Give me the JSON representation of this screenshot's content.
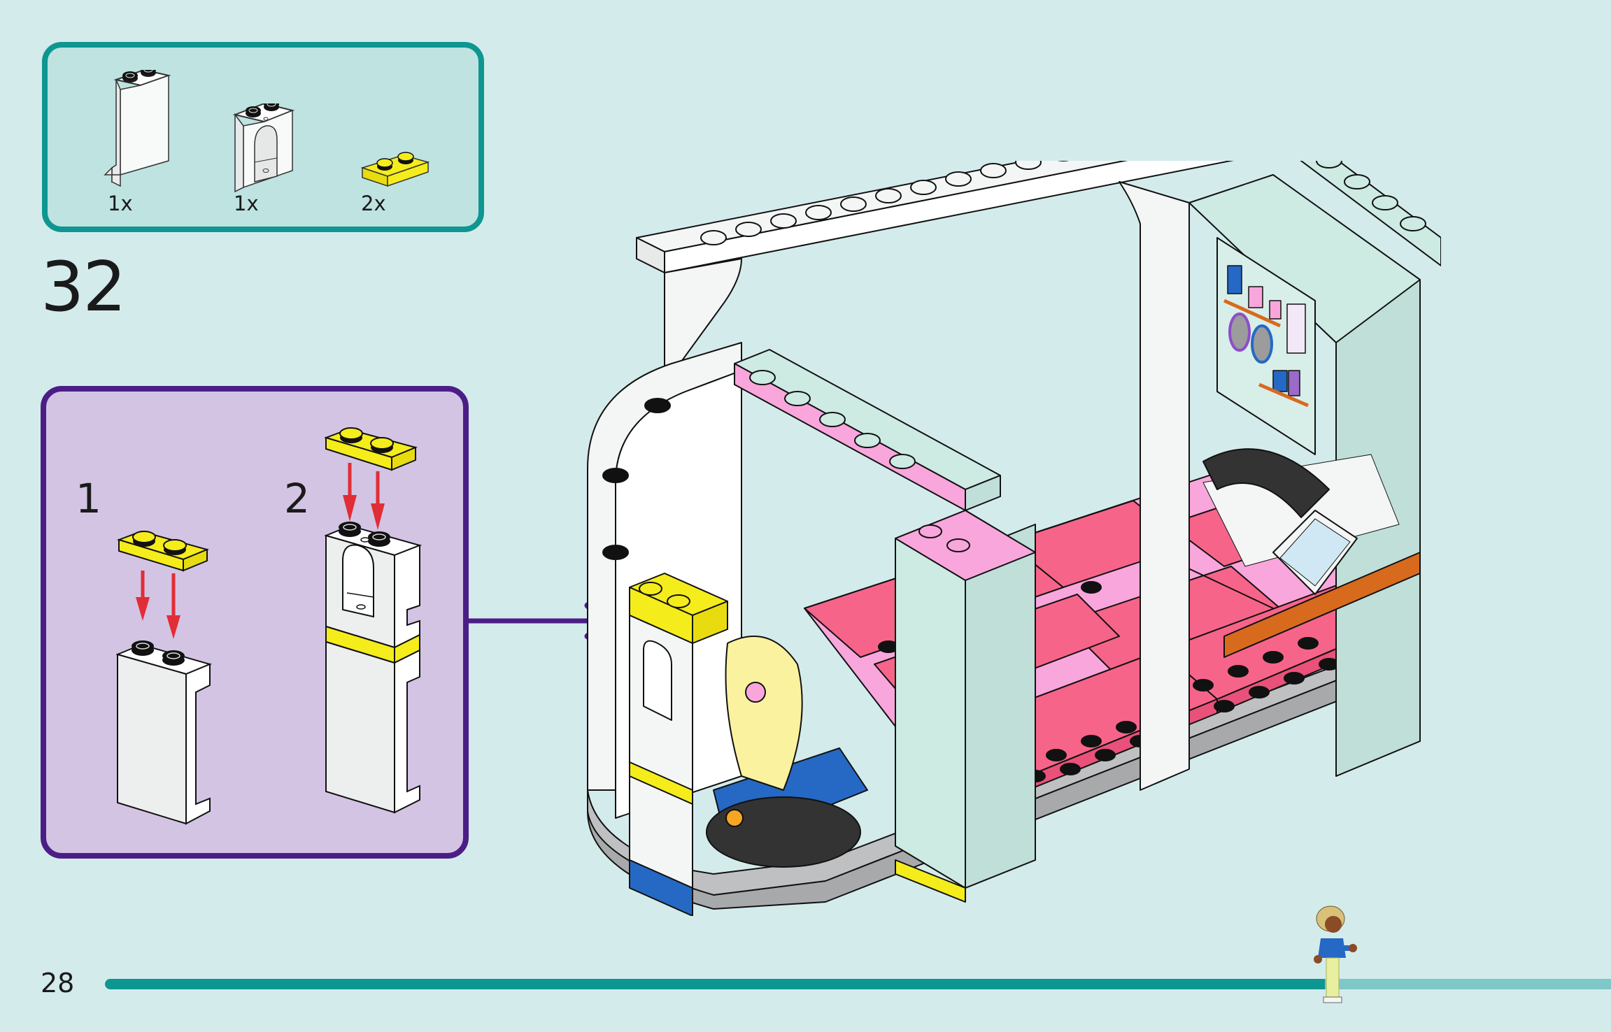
{
  "page": {
    "page_number": "28",
    "step_number": "32",
    "progress_fraction": 0.81
  },
  "parts_list": {
    "items": [
      {
        "name": "white panel 1x2x3",
        "color": "#FFFFFF",
        "quantity": "1x"
      },
      {
        "name": "white window panel with arch 1x2x3",
        "color": "#FFFFFF",
        "quantity": "1x"
      },
      {
        "name": "yellow plate 1x2",
        "color": "#F5EC1C",
        "quantity": "2x"
      }
    ]
  },
  "sub_assembly": {
    "steps": [
      {
        "label": "1",
        "description": "Attach yellow 1x2 plate onto white panel"
      },
      {
        "label": "2",
        "description": "Stack white arched window panel and attach yellow 1x2 plate on top"
      }
    ]
  },
  "colors": {
    "page_background": "#D4EBEC",
    "parts_box_border": "#0E9690",
    "parts_box_fill": "#BEE3E0",
    "sub_box_border": "#4B1E86",
    "sub_box_fill": "#D3C4E4",
    "arrow_red": "#E12D36",
    "brick_yellow": "#F5EC1C",
    "brick_white": "#F4F6F6",
    "brick_mint": "#CDEAE3",
    "brick_pink_light": "#F9A6DC",
    "brick_pink_dark": "#F7648A",
    "brick_gray": "#A8A9AB",
    "brick_blue": "#2569C4",
    "brick_orange": "#D86A1E",
    "brick_black": "#333333",
    "progress_fill": "#0E9690",
    "progress_track": "#7FC8C8"
  }
}
